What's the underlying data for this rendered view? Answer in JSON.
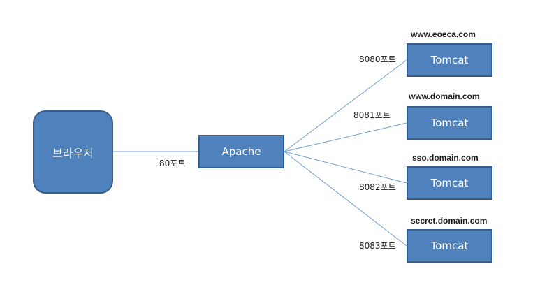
{
  "diagram": {
    "browser": {
      "label": "브라우저"
    },
    "apache": {
      "label": "Apache",
      "port_label": "80포트"
    },
    "tomcats": [
      {
        "label": "Tomcat",
        "domain": "www.eoeca.com",
        "port_label": "8080포트"
      },
      {
        "label": "Tomcat",
        "domain": "www.domain.com",
        "port_label": "8081포트"
      },
      {
        "label": "Tomcat",
        "domain": "sso.domain.com",
        "port_label": "8082포트"
      },
      {
        "label": "Tomcat",
        "domain": "secret.domain.com",
        "port_label": "8083포트"
      }
    ],
    "colors": {
      "node_fill": "#4f81bd",
      "node_border": "#385d8a",
      "connector": "#6f9fd0"
    }
  }
}
